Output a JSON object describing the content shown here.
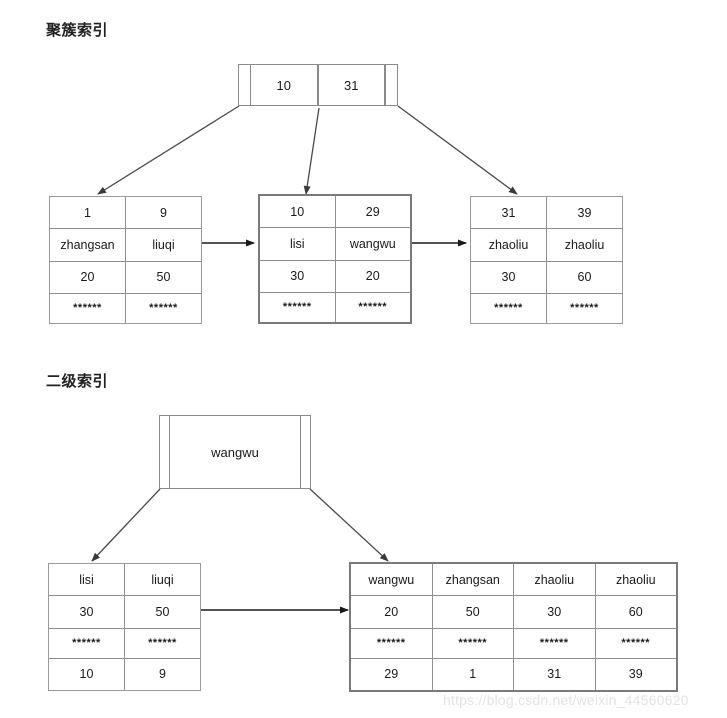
{
  "page": {
    "background": "#ffffff",
    "line_color": "#8a8a8a",
    "text_color": "#1a1a1a",
    "watermark": "https://blog.csdn.net/weixin_44560620"
  },
  "sections": {
    "clustered": {
      "title": "聚簇索引",
      "root": {
        "name": "clustered-root-node",
        "keys": [
          "10",
          "31"
        ]
      },
      "leaves": [
        {
          "name": "clustered-leaf-left",
          "columns": 2,
          "rows": [
            [
              "1",
              "9"
            ],
            [
              "zhangsan",
              "liuqi"
            ],
            [
              "20",
              "50"
            ],
            [
              "******",
              "******"
            ]
          ]
        },
        {
          "name": "clustered-leaf-middle",
          "columns": 2,
          "rows": [
            [
              "10",
              "29"
            ],
            [
              "lisi",
              "wangwu"
            ],
            [
              "30",
              "20"
            ],
            [
              "******",
              "******"
            ]
          ]
        },
        {
          "name": "clustered-leaf-right",
          "columns": 2,
          "rows": [
            [
              "31",
              "39"
            ],
            [
              "zhaoliu",
              "zhaoliu"
            ],
            [
              "30",
              "60"
            ],
            [
              "******",
              "******"
            ]
          ]
        }
      ]
    },
    "secondary": {
      "title": "二级索引",
      "root": {
        "name": "secondary-root-node",
        "keys": [
          "wangwu"
        ]
      },
      "leaves": [
        {
          "name": "secondary-leaf-left",
          "columns": 2,
          "rows": [
            [
              "lisi",
              "liuqi"
            ],
            [
              "30",
              "50"
            ],
            [
              "******",
              "******"
            ],
            [
              "10",
              "9"
            ]
          ]
        },
        {
          "name": "secondary-leaf-right",
          "columns": 4,
          "rows": [
            [
              "wangwu",
              "zhangsan",
              "zhaoliu",
              "zhaoliu"
            ],
            [
              "20",
              "50",
              "30",
              "60"
            ],
            [
              "******",
              "******",
              "******",
              "******"
            ],
            [
              "29",
              "1",
              "31",
              "39"
            ]
          ]
        }
      ]
    }
  }
}
